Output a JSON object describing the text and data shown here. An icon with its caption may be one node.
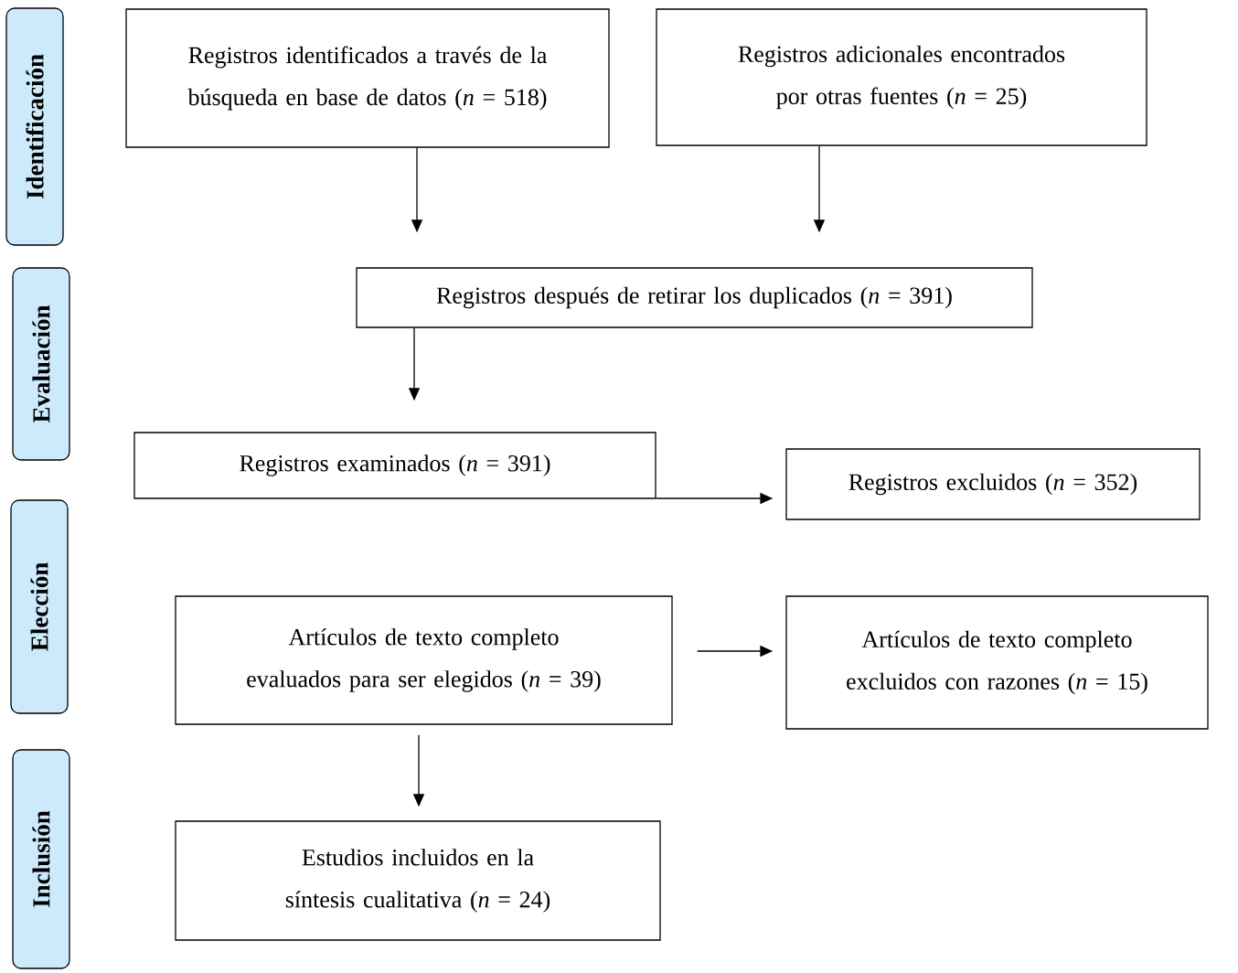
{
  "diagram": {
    "nodes": [
      {
        "text": [
          "Identificación"
        ]
      },
      {
        "text": [
          "Evaluación"
        ]
      },
      {
        "text": [
          "Elección"
        ]
      },
      {
        "text": [
          "Inclusión"
        ]
      },
      {
        "text": [
          "Registros identificados a través de la búsqueda en base de datos (*n* = 518)"
        ]
      },
      {
        "text": [
          "Registros adicionales encontrados por otras fuentes (*n* = 25)"
        ]
      },
      {
        "text": [
          "Registros después de retirar los duplicados (*n* = 391)"
        ]
      },
      {
        "text": [
          "Registros examinados (*n* = 391)"
        ]
      },
      {
        "text": [
          "Registros excluidos (*n* = 352)"
        ]
      },
      {
        "text": [
          "Artículos de texto completo evaluados para ser elegidos (*n* = 39)"
        ]
      },
      {
        "text": [
          "Artículos de texto completo excluidos con razones (*n* = 15)"
        ]
      },
      {
        "text": [
          "Estudios incluidos en la síntesis cualitativa (*n* = 24)"
        ]
      }
    ],
    "edges": [
      {
        "from": 4,
        "to": 6,
        "arrow": "to"
      },
      {
        "from": 5,
        "to": 6,
        "arrow": "to"
      },
      {
        "from": 6,
        "to": 7,
        "arrow": "to"
      },
      {
        "from": 7,
        "to": 8,
        "arrow": "to"
      },
      {
        "from": 9,
        "to": 10,
        "arrow": "to"
      },
      {
        "from": 9,
        "to": 11,
        "arrow": "to"
      }
    ]
  }
}
